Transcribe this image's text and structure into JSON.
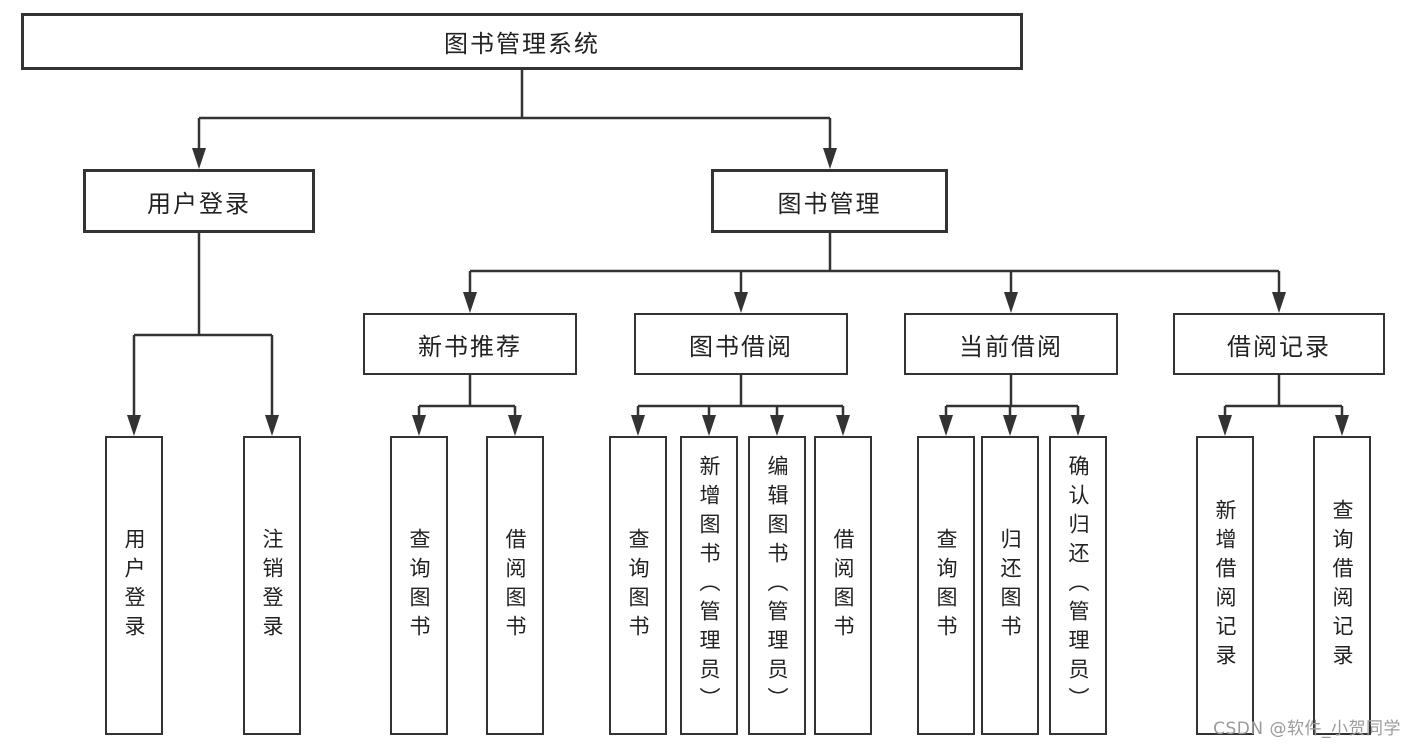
{
  "tree": {
    "root": {
      "label": "图书管理系统"
    },
    "level2": [
      {
        "label": "用户登录"
      },
      {
        "label": "图书管理"
      }
    ],
    "level3": [
      {
        "label": "新书推荐",
        "parent": "图书管理"
      },
      {
        "label": "图书借阅",
        "parent": "图书管理"
      },
      {
        "label": "当前借阅",
        "parent": "图书管理"
      },
      {
        "label": "借阅记录",
        "parent": "图书管理"
      }
    ],
    "leaves": [
      {
        "label": "用户登录",
        "parent": "用户登录"
      },
      {
        "label": "注销登录",
        "parent": "用户登录"
      },
      {
        "label": "查询图书",
        "parent": "新书推荐"
      },
      {
        "label": "借阅图书",
        "parent": "新书推荐"
      },
      {
        "label": "查询图书",
        "parent": "图书借阅"
      },
      {
        "label": "新增图书（管理员）",
        "parent": "图书借阅"
      },
      {
        "label": "编辑图书（管理员）",
        "parent": "图书借阅"
      },
      {
        "label": "借阅图书",
        "parent": "图书借阅"
      },
      {
        "label": "查询图书",
        "parent": "当前借阅"
      },
      {
        "label": "归还图书",
        "parent": "当前借阅"
      },
      {
        "label": "确认归还（管理员）",
        "parent": "当前借阅"
      },
      {
        "label": "新增借阅记录",
        "parent": "借阅记录"
      },
      {
        "label": "查询借阅记录",
        "parent": "借阅记录"
      }
    ]
  },
  "watermark": {
    "text": "CSDN @软件_小贺同学"
  },
  "colors": {
    "line": "#333333",
    "border": "#333333",
    "text": "#222222",
    "background": "#ffffff",
    "watermark": "#9b9b9b"
  }
}
